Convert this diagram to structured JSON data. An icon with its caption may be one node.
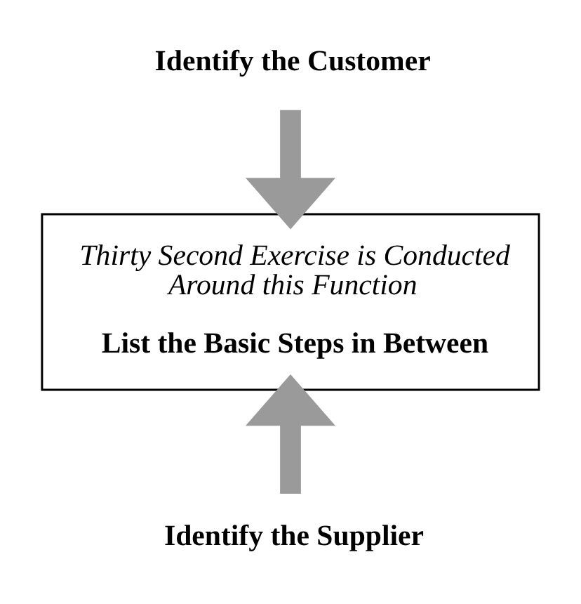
{
  "diagram": {
    "nodes": [
      {
        "text": [
          "Identify the Customer"
        ]
      },
      {
        "text": [
          "Thirty Second Exercise is Conducted Around this Function",
          "List the Basic Steps in Between"
        ]
      },
      {
        "text": [
          "Identify the Supplier"
        ]
      }
    ],
    "edges": [
      {
        "from": 0,
        "to": 1,
        "arrow": "to"
      },
      {
        "from": 2,
        "to": 1,
        "arrow": "to"
      }
    ]
  }
}
